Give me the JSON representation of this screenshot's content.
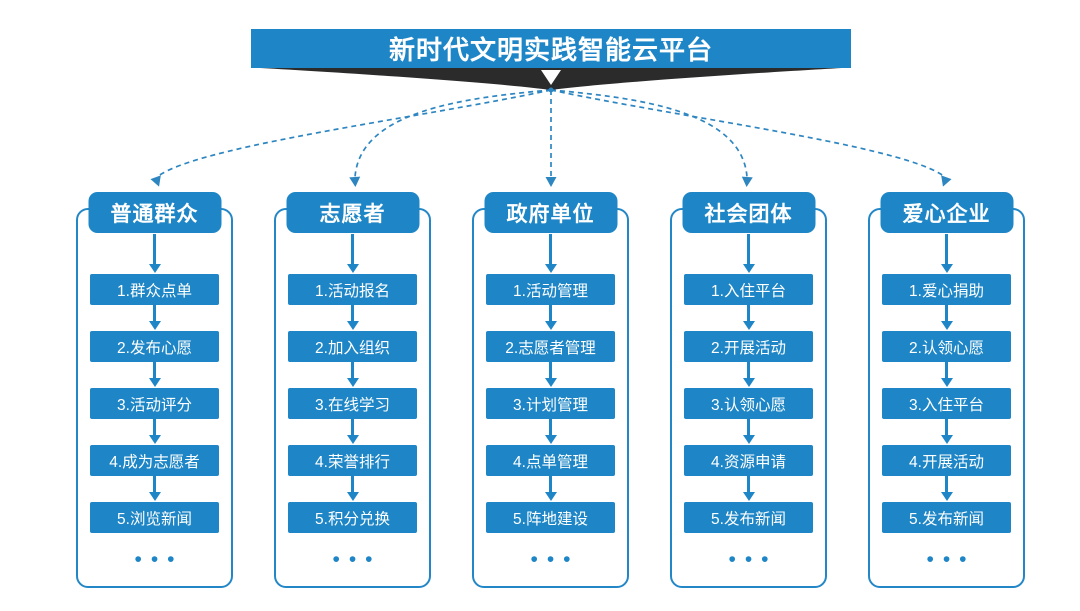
{
  "title": "新时代文明实践智能云平台",
  "more": "•••",
  "colors": {
    "primary_blue": "#1e86c6",
    "border_blue": "#2387c7",
    "connector_blue": "#2e86c1",
    "ribbon_dark": "#2b2b2b",
    "background": "#ffffff",
    "text_on_blue": "#ffffff"
  },
  "columns": [
    {
      "title": "普通群众",
      "steps": [
        "1.群众点单",
        "2.发布心愿",
        "3.活动评分",
        "4.成为志愿者",
        "5.浏览新闻"
      ]
    },
    {
      "title": "志愿者",
      "steps": [
        "1.活动报名",
        "2.加入组织",
        "3.在线学习",
        "4.荣誉排行",
        "5.积分兑换"
      ]
    },
    {
      "title": "政府单位",
      "steps": [
        "1.活动管理",
        "2.志愿者管理",
        "3.计划管理",
        "4.点单管理",
        "5.阵地建设"
      ]
    },
    {
      "title": "社会团体",
      "steps": [
        "1.入住平台",
        "2.开展活动",
        "3.认领心愿",
        "4.资源申请",
        "5.发布新闻"
      ]
    },
    {
      "title": "爱心企业",
      "steps": [
        "1.爱心捐助",
        "2.认领心愿",
        "3.入住平台",
        "4.开展活动",
        "5.发布新闻"
      ]
    }
  ]
}
